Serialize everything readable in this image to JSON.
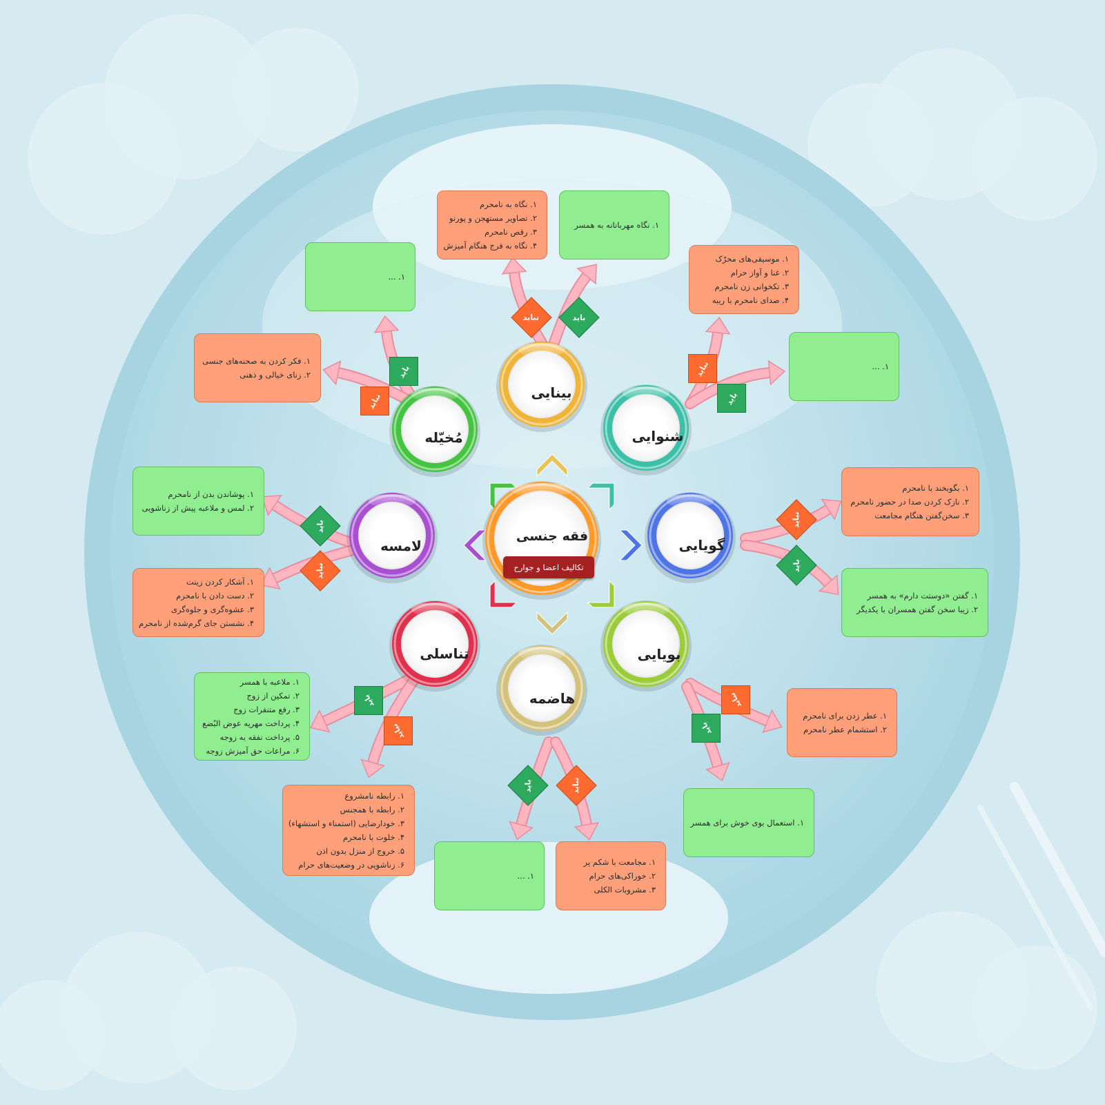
{
  "center": {
    "title": "فقه جنسی",
    "subtitle": "تکالیف اعضا و جوارح"
  },
  "tags": {
    "must": "باید",
    "must_not": "نباید"
  },
  "nodes": {
    "vision": {
      "label": "بینایی",
      "color": "#f0b43a"
    },
    "hearing": {
      "label": "شنوایی",
      "color": "#3cc0a8"
    },
    "speech": {
      "label": "گویایی",
      "color": "#4f74e8"
    },
    "smell": {
      "label": "بویایی",
      "color": "#9ccc3a"
    },
    "digestion": {
      "label": "هاضمه",
      "color": "#d4c27a"
    },
    "reproductive": {
      "label": "تناسلی",
      "color": "#e0304e"
    },
    "touch": {
      "label": "لامسه",
      "color": "#a850d0"
    },
    "imagination": {
      "label": "مُخیّله",
      "color": "#44c440"
    }
  },
  "boxes": {
    "vision_not": {
      "items": [
        "۱. نگاه به نامحرم",
        "۲. تصاویر مستهجن و پورنو",
        "۳. رقص نامحرم",
        "۴. نگاه به فرج هنگام آمیزش"
      ]
    },
    "vision_must": {
      "items": [
        "۱. نگاه مهربانانه به همسر"
      ]
    },
    "hearing_not": {
      "items": [
        "۱. موسیقی‌های محرّک",
        "۲. غنا و آواز حرام",
        "۳. تکخوانی زن نامحرم",
        "۴. صدای نامحرم با ریبه"
      ]
    },
    "hearing_must": {
      "items": [
        "۱. ..."
      ]
    },
    "speech_not": {
      "items": [
        "۱. بگوبخند با نامحرم",
        "۲. نازک کردن صدا در حضور نامحرم",
        "۳. سخن‌گفتن هنگام مجامعت"
      ]
    },
    "speech_must": {
      "items": [
        "۱. گفتن «دوستت دارم» به همسر",
        "۲. زیبا سخن گفتن همسران با یکدیگر"
      ]
    },
    "smell_not": {
      "items": [
        "۱. عطر زدن برای نامحرم",
        "۲. استشمام عطر نامحرم"
      ]
    },
    "smell_must": {
      "items": [
        "۱. استعمال بوی خوش برای همسر"
      ]
    },
    "digestion_not": {
      "items": [
        "۱. مجامعت با شکم پر",
        "۲. خوراکی‌های حرام",
        "۳. مشروبات الکلی"
      ]
    },
    "digestion_must": {
      "items": [
        "۱. ..."
      ]
    },
    "repro_not": {
      "items": [
        "۱. رابطه نامشروع",
        "۲. رابطه با همجنس",
        "۳. خودارضایی (استمناء و استشهاء)",
        "۴. خلوت با نامحرم",
        "۵. خروج از منزل بدون اذن",
        "۶. زناشویی در وضعیت‌های حرام"
      ]
    },
    "repro_must": {
      "items": [
        "۱. ملاعبه با همسر",
        "۲. تمکین از زوج",
        "۳. رفع متنفرات زوج",
        "۴. پرداخت مهریه عوض البُضع",
        "۵. پرداخت نفقه به زوجه",
        "۶. مراعات حق آمیزش زوجه"
      ]
    },
    "touch_must": {
      "items": [
        "۱. پوشاندن بدن از نامحرم",
        "۲. لمس و ملاعبه پیش از زناشویی"
      ]
    },
    "touch_not": {
      "items": [
        "۱. آشکار کردن زینت",
        "۲. دست دادن با نامحرم",
        "۳. عشوه‌گری و جلوه‌گری",
        "۴. نشستن جای گرم‌شده از نامحرم"
      ]
    },
    "imag_not": {
      "items": [
        "۱. فکر کردن به صحنه‌های جنسی",
        "۲. زنای خیالی و ذهنی"
      ]
    },
    "imag_must": {
      "items": [
        "۱. ..."
      ]
    }
  },
  "colors": {
    "must_box": "#90ee90",
    "must_not_box": "#ffa07a",
    "arrow": "#ffb6c1",
    "title_badge": "#a52020",
    "background": "#d6eaf2"
  }
}
